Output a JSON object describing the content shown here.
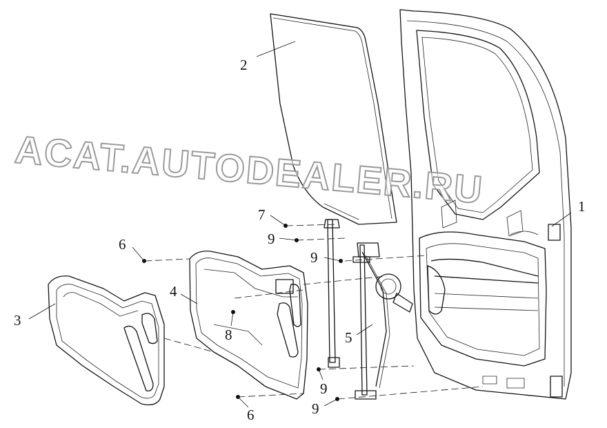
{
  "watermark": "ACAT.AUTODEALER.RU",
  "callouts": [
    {
      "id": "c1",
      "label": "1"
    },
    {
      "id": "c2",
      "label": "2"
    },
    {
      "id": "c3",
      "label": "3"
    },
    {
      "id": "c4",
      "label": "4"
    },
    {
      "id": "c5",
      "label": "5"
    },
    {
      "id": "c6a",
      "label": "6"
    },
    {
      "id": "c6b",
      "label": "6"
    },
    {
      "id": "c7",
      "label": "7"
    },
    {
      "id": "c8",
      "label": "8"
    },
    {
      "id": "c9a",
      "label": "9"
    },
    {
      "id": "c9b",
      "label": "9"
    },
    {
      "id": "c9c",
      "label": "9"
    },
    {
      "id": "c9d",
      "label": "9"
    }
  ]
}
